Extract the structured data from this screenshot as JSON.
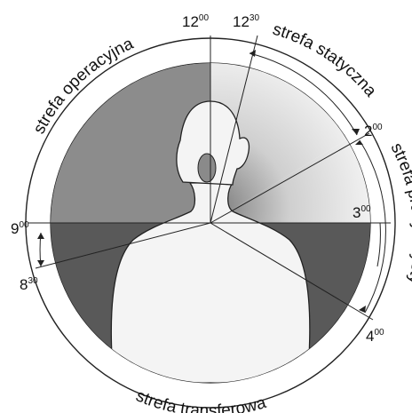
{
  "diagram": {
    "zones": {
      "operating": "strefa operacyjna",
      "static": "strefa statyczna",
      "assistant": "strefa pracy asysty",
      "transfer": "strefa transferowa"
    },
    "clock_labels": {
      "h12": {
        "hour": "12",
        "min": "00"
      },
      "h1230": {
        "hour": "12",
        "min": "30"
      },
      "h2": {
        "hour": "2",
        "min": "00"
      },
      "h3": {
        "hour": "3",
        "min": "00"
      },
      "h4": {
        "hour": "4",
        "min": "00"
      },
      "h830": {
        "hour": "8",
        "min": "30"
      },
      "h9": {
        "hour": "9",
        "min": "00"
      }
    },
    "colors": {
      "dark_zone": "#595959",
      "mid_zone": "#8c8c8c",
      "light_zone": "#e8e8e8",
      "body_fill": "#f4f4f4",
      "line": "#222222"
    }
  }
}
